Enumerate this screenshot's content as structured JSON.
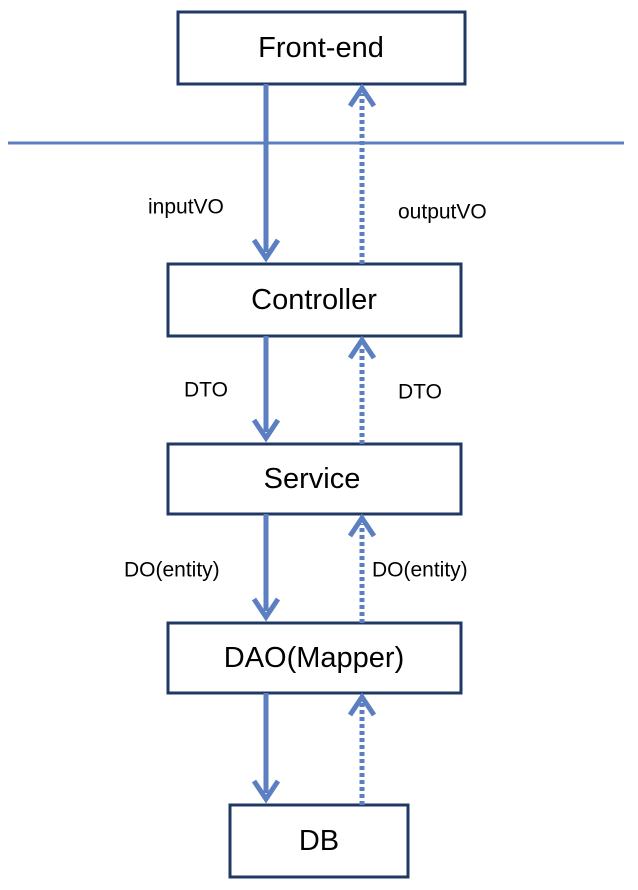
{
  "boxes": {
    "frontend": "Front-end",
    "controller": "Controller",
    "service": "Service",
    "dao": "DAO(Mapper)",
    "db": "DB"
  },
  "labels": {
    "input_vo": "inputVO",
    "output_vo": "outputVO",
    "dto_down": "DTO",
    "dto_up": "DTO",
    "do_down": "DO(entity)",
    "do_up": "DO(entity)"
  },
  "colors": {
    "box_border": "#1f3864",
    "arrow": "#5b7fc0",
    "divider": "#5b7fc0"
  }
}
